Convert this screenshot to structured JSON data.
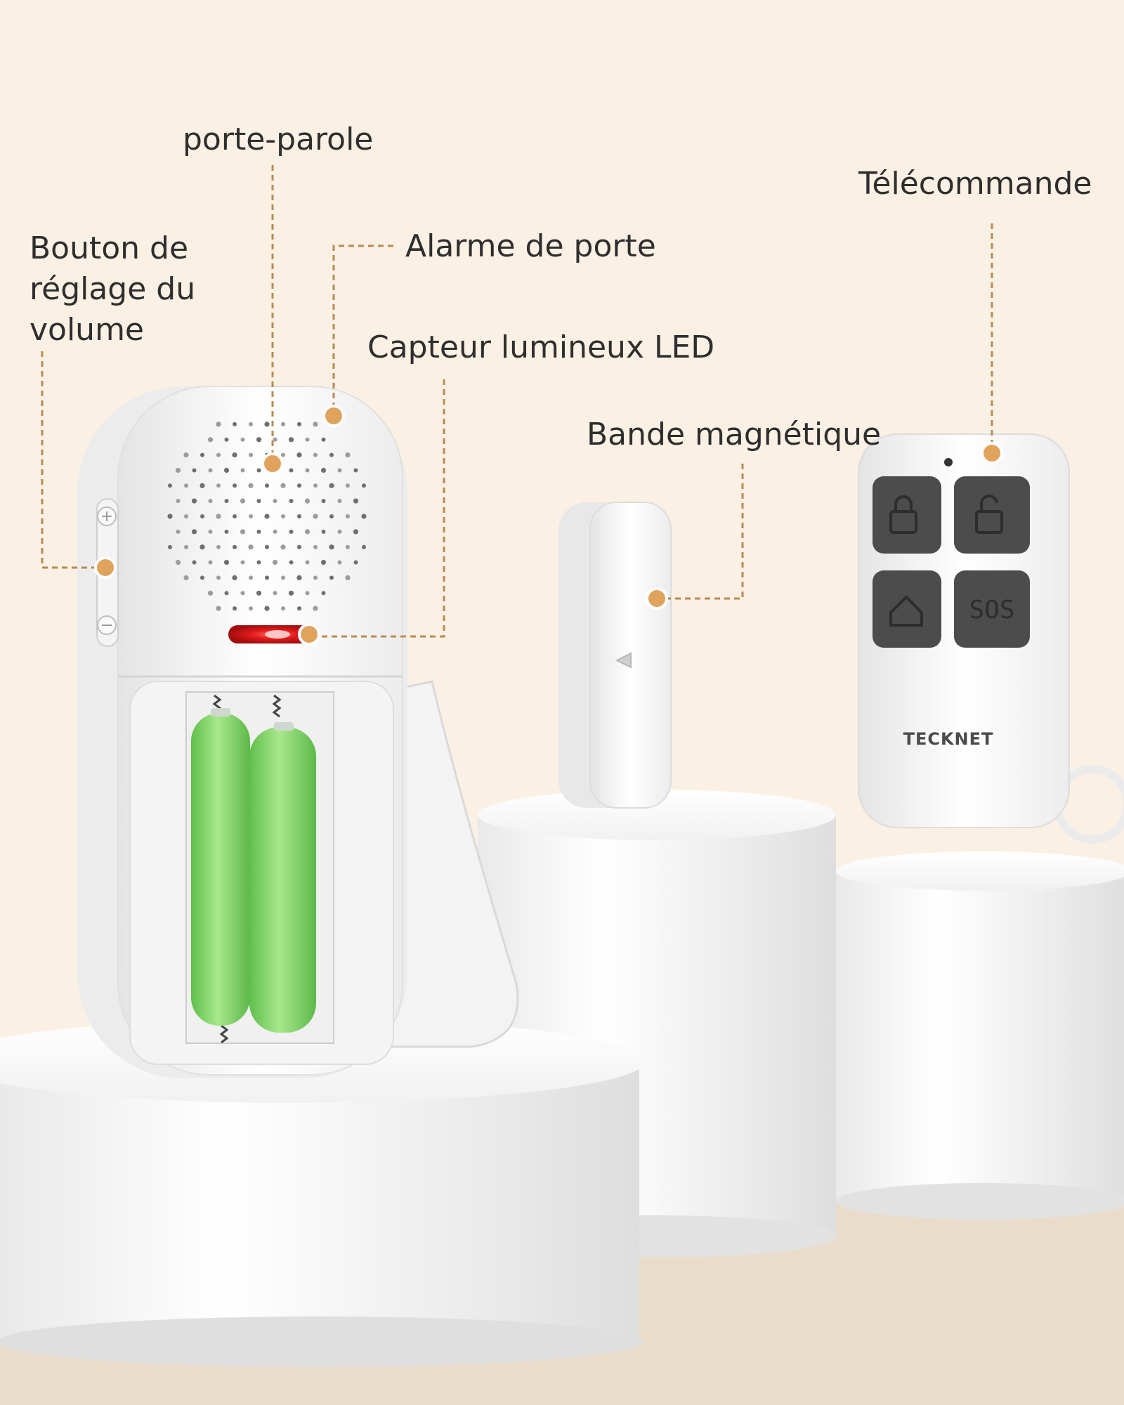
{
  "labels": {
    "speaker": "porte-parole",
    "remote": "Télécommande",
    "volume_lines": [
      "Bouton de",
      "réglage du",
      "volume"
    ],
    "alarm": "Alarme de porte",
    "led": "Capteur lumineux LED",
    "magnet": "Bande magnétique"
  },
  "remote": {
    "brand": "TECKNET",
    "buttons": [
      "lock-icon",
      "unlock-icon",
      "home-icon",
      "SOS"
    ],
    "sos_label": "SOS"
  },
  "colors": {
    "background": "#fbf0e4",
    "floor": "#e9dccb",
    "label_text": "#2e2e2e",
    "callout_line": "#b98a52",
    "callout_dot": "#e0a35c",
    "device_white": "#f7f7f7",
    "battery_green": "#8ed76f",
    "led_red": "#e21b1b",
    "remote_button": "#4c4c4c"
  }
}
